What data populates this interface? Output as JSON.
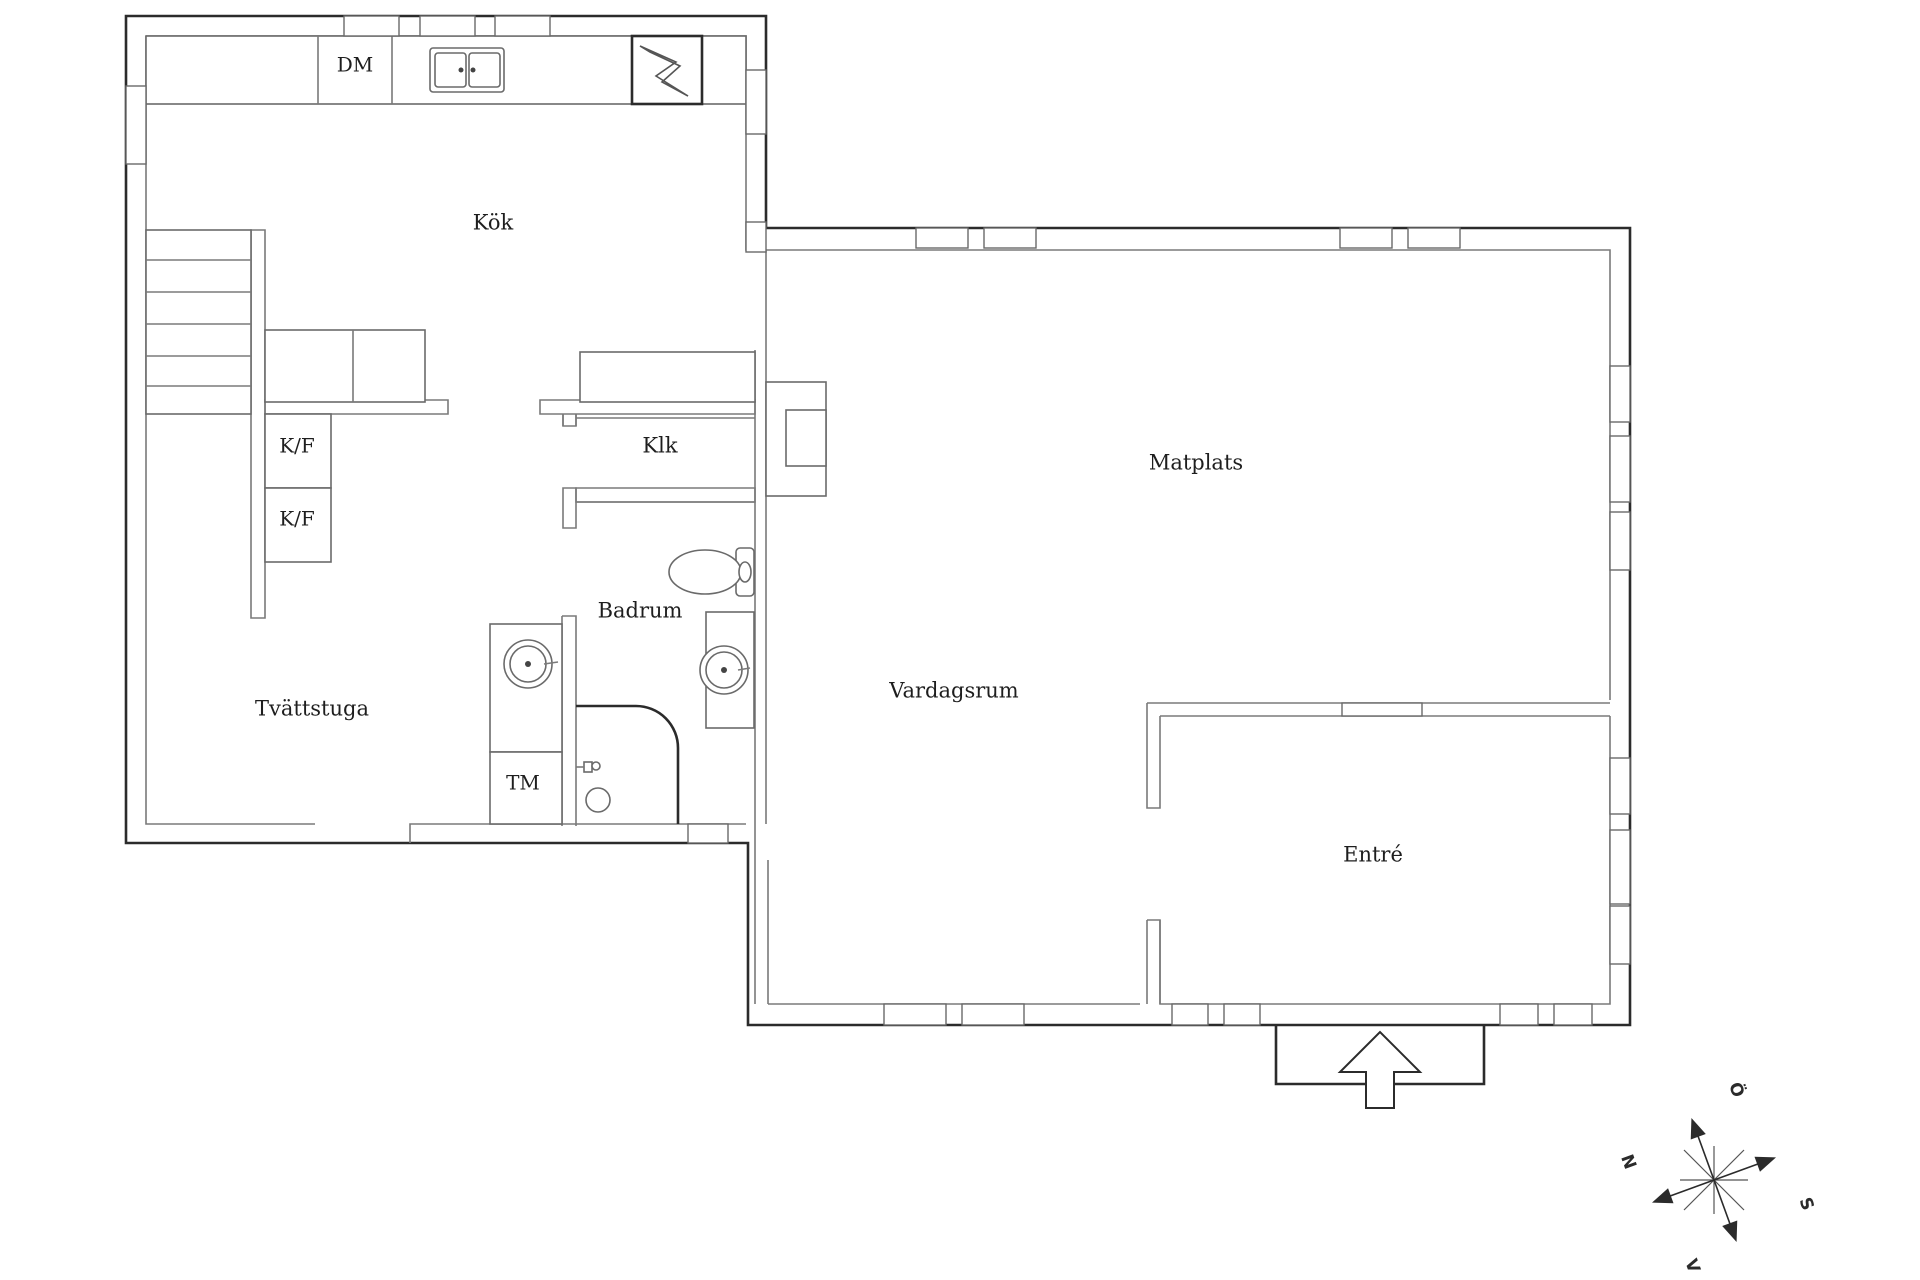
{
  "rooms": {
    "kok": "Kök",
    "matplats": "Matplats",
    "klk": "Klk",
    "badrum": "Badrum",
    "vardagsrum": "Vardagsrum",
    "tvattstuga": "Tvättstuga",
    "entre": "Entré"
  },
  "fixtures": {
    "dm": "DM",
    "kf_top": "K/F",
    "kf_bottom": "K/F",
    "tm": "TM"
  },
  "compass": {
    "n": "N",
    "o": "Ö",
    "s": "S",
    "v": "V"
  }
}
